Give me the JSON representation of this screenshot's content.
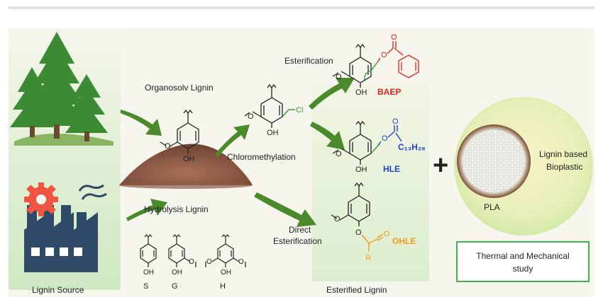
{
  "labels": {
    "lignin_source": "Lignin Source",
    "organosolv_lignin": "Organosolv Lignin",
    "hydrolysis_lignin": "Hydrolysis Lignin",
    "chloromethylation": "Chloromethylation",
    "esterification": "Esterification",
    "direct_esterification_line1": "Direct",
    "direct_esterification_line2": "Esterification",
    "esterified_lignin": "Esterified Lignin",
    "pla": "PLA",
    "bioplastic_line1": "Lignin based",
    "bioplastic_line2": "Bioplastic",
    "plus": "+"
  },
  "products": {
    "baep": "BAEP",
    "hle": "HLE",
    "ohle": "OHLE"
  },
  "units": {
    "s": "S",
    "g": "G",
    "h": "H"
  },
  "atoms": {
    "oh": "OH",
    "o": "O",
    "cl": "Cl",
    "r": "R",
    "c13h28": "C₁₃H₂₈"
  },
  "study_box": {
    "line1": "Thermal and Mechanical",
    "line2": "study"
  },
  "colors": {
    "arrow_green": "#4a8a2a",
    "baep_red": "#e8231f",
    "hle_blue": "#1f3fd6",
    "ohle_orange": "#f29a1d",
    "linker_green": "#3f9a3a",
    "chloro_green": "#3f9a3a",
    "study_border": "#3cb64a",
    "factory_dark": "#2f4a66",
    "gear_red": "#f05542"
  },
  "icons": [
    "tree-icon",
    "factory-icon",
    "gear-icon",
    "soil-pile-icon",
    "plastic-pellets-icon"
  ]
}
